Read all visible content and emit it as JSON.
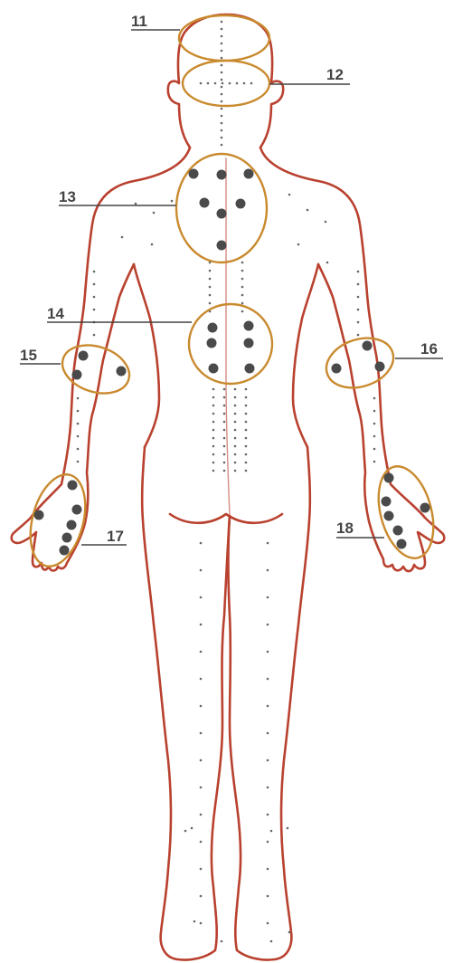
{
  "colors": {
    "body_outline": "#b9412f",
    "zone_outline": "#c98a2e",
    "point_fill": "#4a4a4a",
    "label_text": "#444444"
  },
  "zones": [
    {
      "id": "11",
      "label": "11",
      "region": "crown of head"
    },
    {
      "id": "12",
      "label": "12",
      "region": "back of head"
    },
    {
      "id": "13",
      "label": "13",
      "region": "upper back"
    },
    {
      "id": "14",
      "label": "14",
      "region": "mid back"
    },
    {
      "id": "15",
      "label": "15",
      "region": "right elbow"
    },
    {
      "id": "16",
      "label": "16",
      "region": "left elbow"
    },
    {
      "id": "17",
      "label": "17",
      "region": "right hand"
    },
    {
      "id": "18",
      "label": "18",
      "region": "left hand"
    }
  ]
}
